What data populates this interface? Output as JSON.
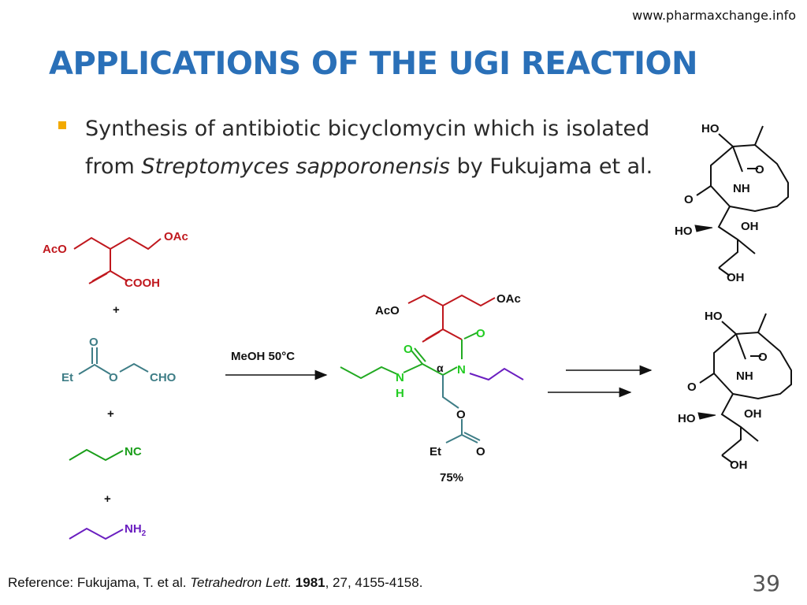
{
  "header": {
    "site": "www.pharmaxchange.info",
    "title": "APPLICATIONS OF THE UGI REACTION"
  },
  "bullet": {
    "text_before": "Synthesis of antibiotic bicyclomycin which is isolated from ",
    "text_italic": "Streptomyces sapporonensis",
    "text_after": " by Fukujama et al."
  },
  "reagents": {
    "acid": {
      "aco": "AcO",
      "oac": "OAc",
      "cooh": "COOH"
    },
    "plus1": "+",
    "aldehyde": {
      "o": "O",
      "et": "Et",
      "o2": "O",
      "cho": "CHO"
    },
    "plus2": "+",
    "isocyanide": {
      "nc": "NC"
    },
    "plus3": "+",
    "amine": {
      "nh": "NH",
      "sub": "2"
    }
  },
  "conditions": "MeOH 50°C",
  "product": {
    "aco": "AcO",
    "oac": "OAc",
    "o1": "O",
    "o2": "O",
    "n1": "N",
    "h1": "H",
    "alpha": "α",
    "n2": "N",
    "o3": "O",
    "et": "Et",
    "o4": "O",
    "yield": "75%"
  },
  "bicyclomycin": {
    "ho_top": "HO",
    "o_carbonyl": "O",
    "nh": "NH",
    "o_ring": "O",
    "ho_left": "HO",
    "oh_right": "OH",
    "oh_bottom": "OH"
  },
  "colors": {
    "title": "#2a70b8",
    "bullet": "#f2a900",
    "acid": "#c0181e",
    "aldehyde": "#3e7d86",
    "isocyanide": "#1a9e1a",
    "amine": "#6a1ec0",
    "green_label": "#22cc22",
    "text": "#111111"
  },
  "reference": {
    "prefix": "Reference: Fukujama, T. et al. ",
    "journal": "Tetrahedron Lett.",
    "year": "1981",
    "rest": ", 27, 4155-4158."
  },
  "page_number": "39"
}
